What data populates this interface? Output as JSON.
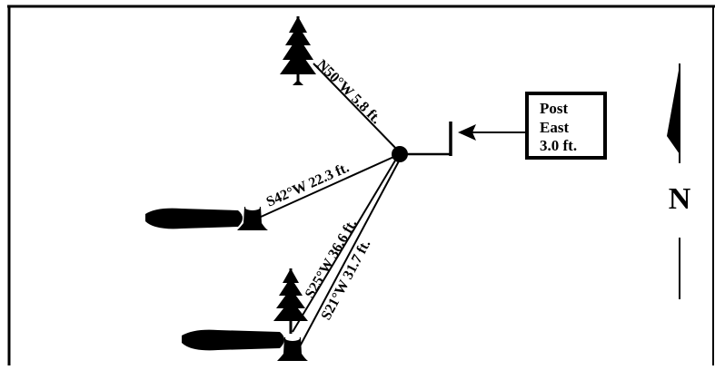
{
  "bearings": [
    {
      "id": "tree-ne",
      "label": "N50°W 5.8 ft."
    },
    {
      "id": "stump-w",
      "label": "S42°W 22.3 ft."
    },
    {
      "id": "tree-s",
      "label": "S25°W 36.6 ft."
    },
    {
      "id": "stump-s",
      "label": "S21°W 31.7 ft."
    }
  ],
  "post_note": [
    "Post",
    "East",
    "3.0 ft."
  ],
  "north_label": "N",
  "colors": {
    "ink": "#000000",
    "paper": "#ffffff"
  },
  "icons": [
    "tree-icon",
    "stump-icon",
    "log-icon",
    "north-arrow-icon",
    "corner-monument-icon",
    "post-icon"
  ]
}
